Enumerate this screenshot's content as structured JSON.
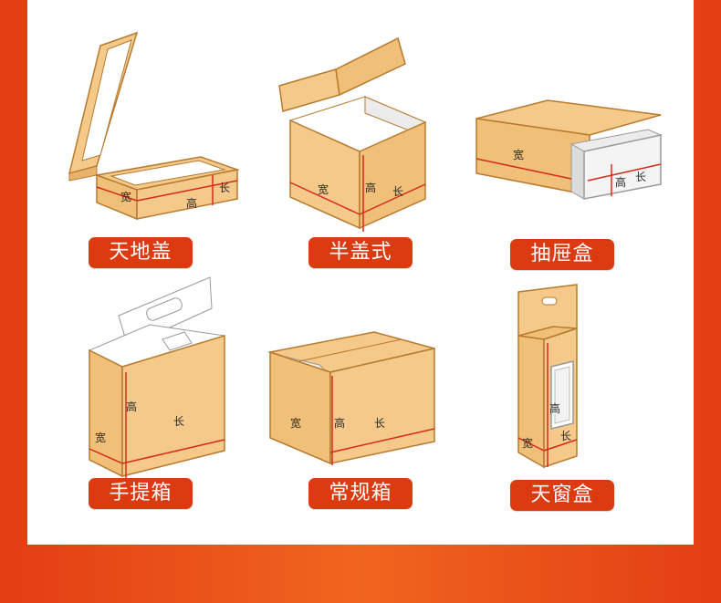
{
  "boxes": [
    {
      "name": "天地盖",
      "dims": {
        "w": "宽",
        "h": "高",
        "l": "长"
      }
    },
    {
      "name": "半盖式",
      "dims": {
        "w": "宽",
        "h": "高",
        "l": "长"
      }
    },
    {
      "name": "抽屉盒",
      "dims": {
        "w": "宽",
        "h": "高",
        "l": "长"
      }
    },
    {
      "name": "手提箱",
      "dims": {
        "w": "宽",
        "h": "高",
        "l": "长"
      }
    },
    {
      "name": "常规箱",
      "dims": {
        "w": "宽",
        "h": "高",
        "l": "长"
      }
    },
    {
      "name": "天窗盒",
      "dims": {
        "w": "宽",
        "h": "高",
        "l": "长"
      }
    }
  ],
  "colors": {
    "frame": "#e8461a",
    "box_fill": "#f4c98a",
    "box_shade": "#e7b26c",
    "edge": "#c98a3a",
    "dim_line": "#d62a1a",
    "label_bg": "#dc3a10"
  }
}
